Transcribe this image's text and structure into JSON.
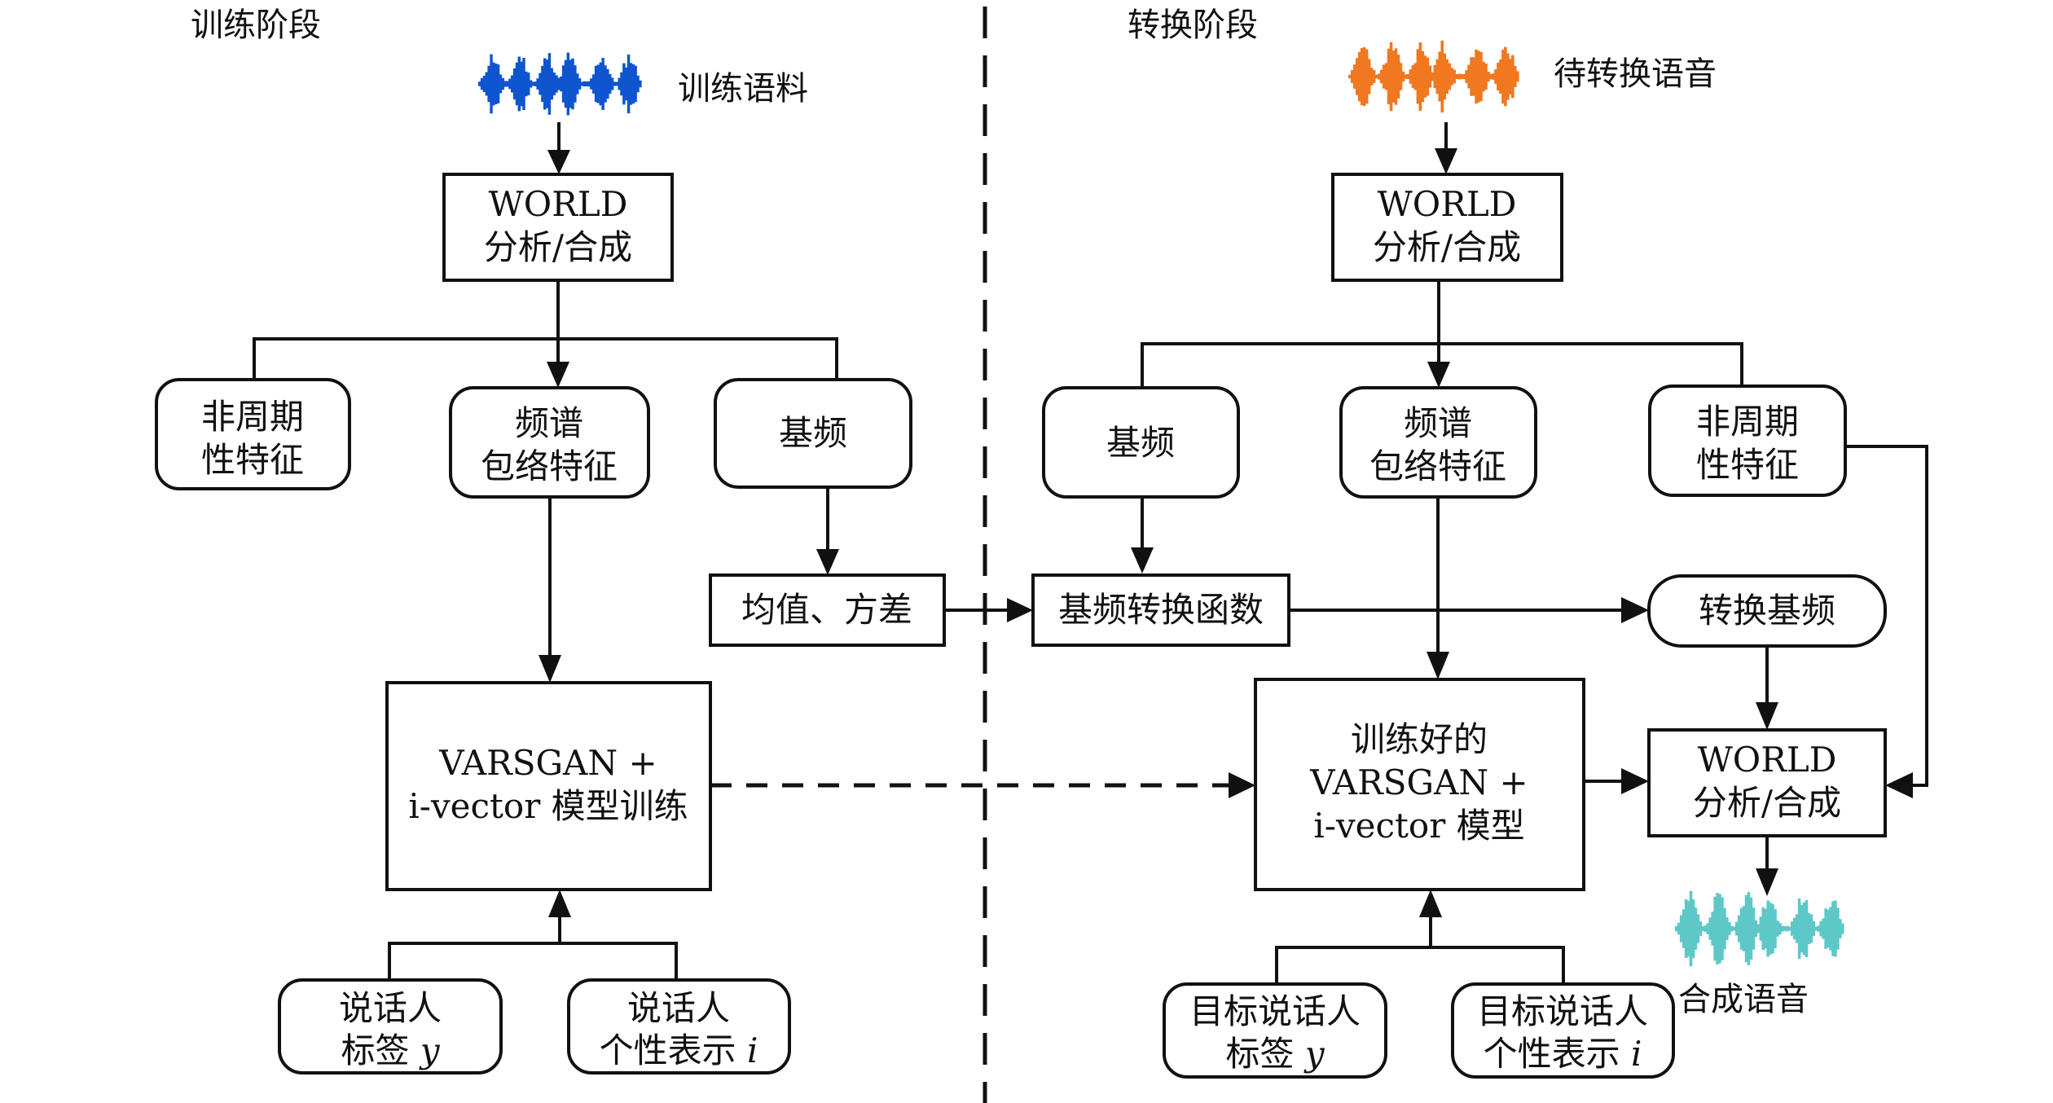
{
  "sections": {
    "training": "训练阶段",
    "conversion": "转换阶段"
  },
  "waveforms": {
    "training_corpus": {
      "label": "训练语料",
      "color": "#0f55cf"
    },
    "source_speech": {
      "label": "待转换语音",
      "color": "#f07820"
    },
    "synth_speech": {
      "label": "合成语音",
      "color": "#5ec8c8"
    }
  },
  "training": {
    "world": [
      "WORLD",
      "分析/合成"
    ],
    "aperiodic": [
      "非周期",
      "性特征"
    ],
    "spectral": [
      "频谱",
      "包络特征"
    ],
    "f0": [
      "基频"
    ],
    "mean_var": "均值、方差",
    "model": [
      "VARSGAN +",
      "i-vector 模型训练"
    ],
    "speaker_label": [
      "说话人",
      "标签 ",
      "y"
    ],
    "speaker_ivec": [
      "说话人",
      "个性表示 ",
      "i"
    ]
  },
  "conversion": {
    "world_in": [
      "WORLD",
      "分析/合成"
    ],
    "f0": [
      "基频"
    ],
    "spectral": [
      "频谱",
      "包络特征"
    ],
    "aperiodic": [
      "非周期",
      "性特征"
    ],
    "f0_func": "基频转换函数",
    "converted_f0": "转换基频",
    "model": [
      "训练好的",
      "VARSGAN +",
      "i-vector 模型"
    ],
    "world_out": [
      "WORLD",
      "分析/合成"
    ],
    "target_label": [
      "目标说话人",
      "标签 ",
      "y"
    ],
    "target_ivec": [
      "目标说话人",
      "个性表示 ",
      "i"
    ]
  }
}
